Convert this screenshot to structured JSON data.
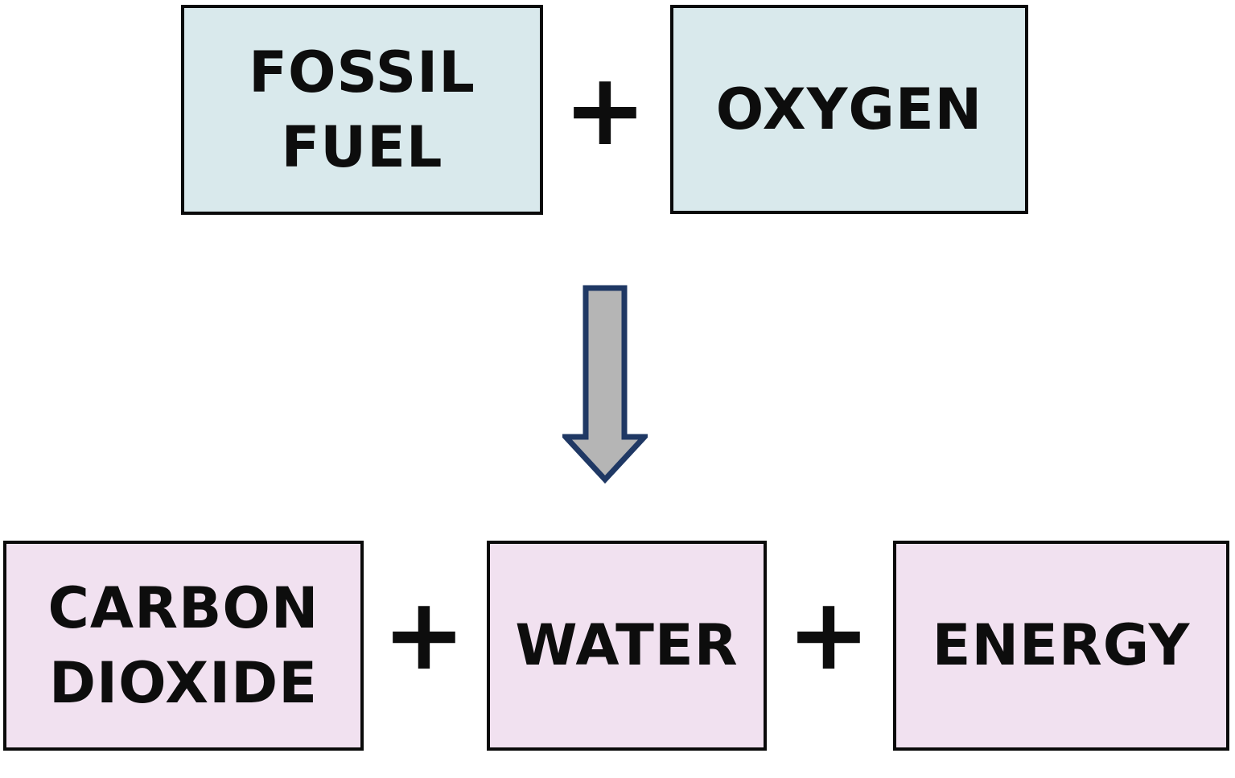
{
  "equation": {
    "operator": "+",
    "reactants": [
      {
        "id": "fossil-fuel",
        "label": "FOSSIL FUEL",
        "line1": "FOSSIL",
        "line2": "FUEL",
        "fill": "#d9e9ec"
      },
      {
        "id": "oxygen",
        "label": "OXYGEN",
        "fill": "#d9e9ec"
      }
    ],
    "products": [
      {
        "id": "carbon-dioxide",
        "label": "CARBON DIOXIDE",
        "line1": "CARBON",
        "line2": "DIOXIDE",
        "fill": "#f1e1f0"
      },
      {
        "id": "water",
        "label": "WATER",
        "fill": "#f1e1f0"
      },
      {
        "id": "energy",
        "label": "ENERGY",
        "fill": "#f1e1f0"
      }
    ],
    "arrow": {
      "direction": "down",
      "fill": "#b5b5b5",
      "stroke": "#1f3864"
    }
  },
  "colors": {
    "reactant_box_fill": "#d9e9ec",
    "product_box_fill": "#f1e1f0",
    "box_border": "#0a0a0a",
    "text": "#0d0d0d",
    "arrow_fill": "#b5b5b5",
    "arrow_outline": "#1f3864",
    "background": "#ffffff"
  }
}
